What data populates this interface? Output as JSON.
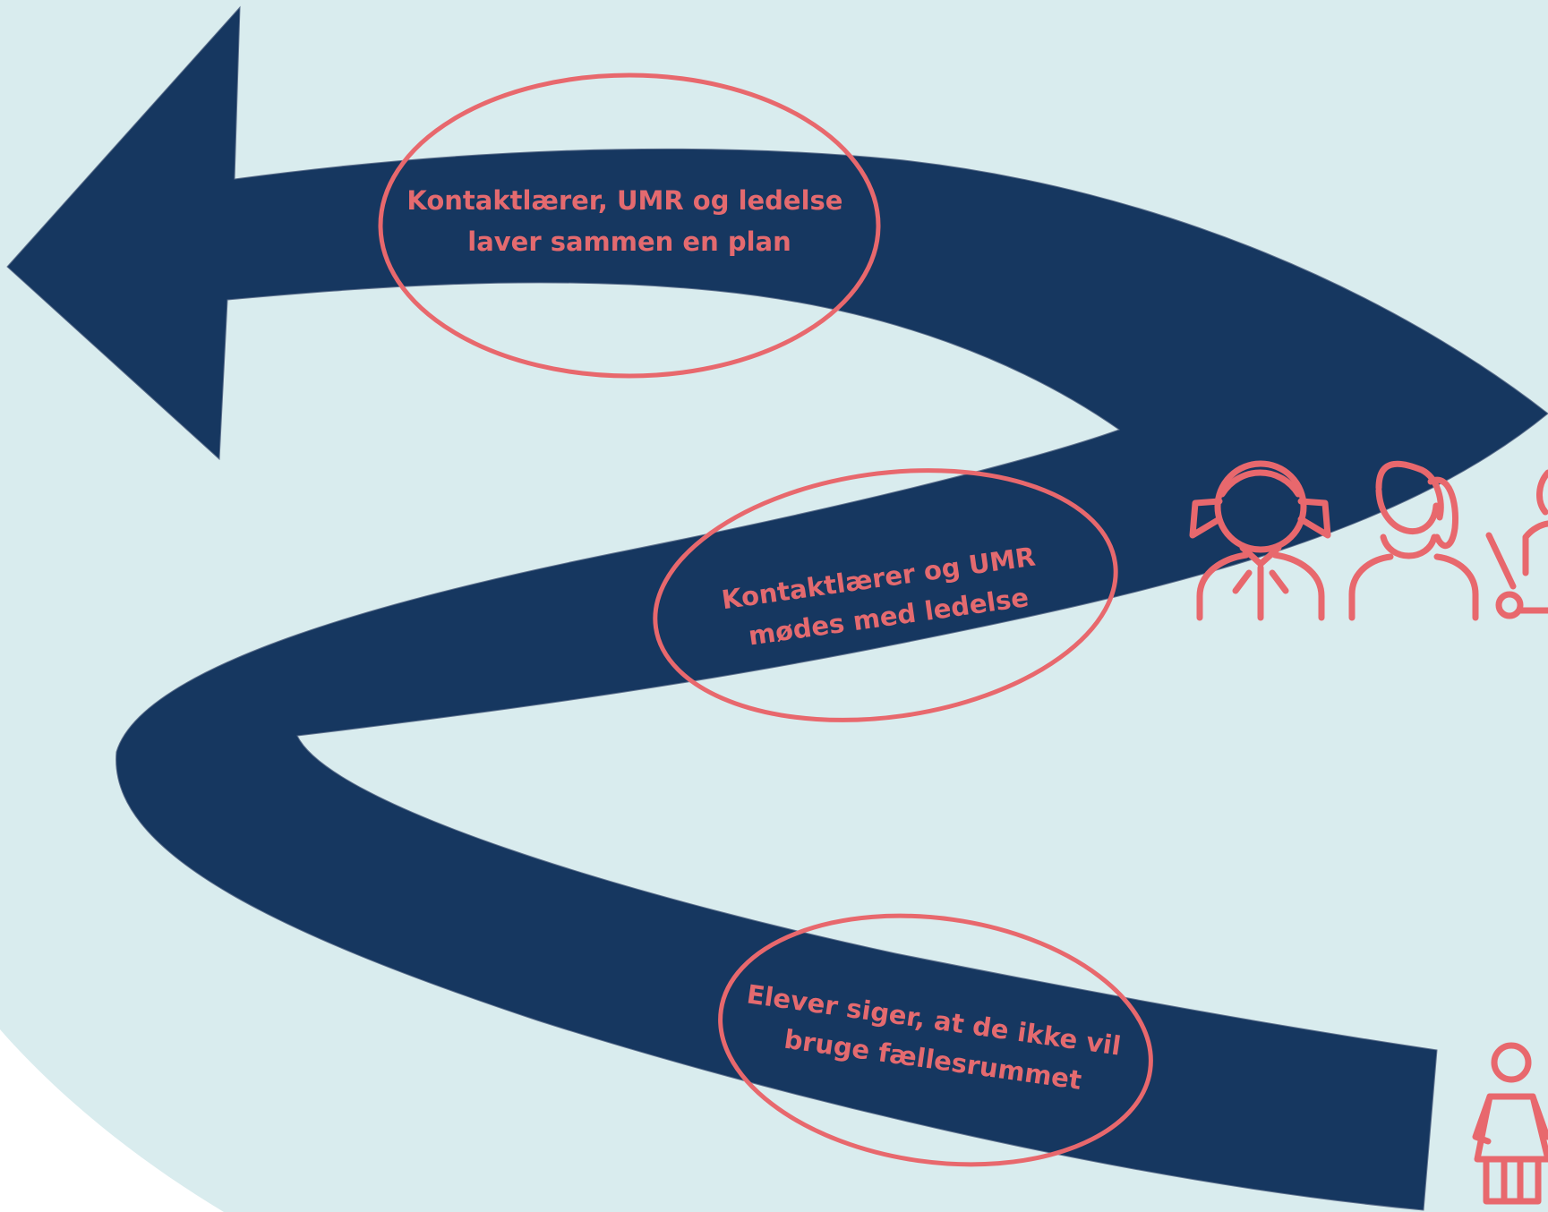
{
  "colors": {
    "background": "#d9ecee",
    "arrow": "#163760",
    "accent": "#e8686d"
  },
  "steps": [
    {
      "order": 1,
      "lines": [
        "Elever siger, at de ikke vil",
        "bruge fællesrummet"
      ]
    },
    {
      "order": 2,
      "lines": [
        "Kontaktlærer og UMR",
        "mødes med ledelse"
      ]
    },
    {
      "order": 3,
      "lines": [
        "Kontaktlærer, UMR og ledelse",
        "laver sammen en plan"
      ]
    }
  ],
  "icons": [
    "girl-pigtails-icon",
    "woman-icon",
    "teacher-pointer-icon",
    "student-girl-icon"
  ]
}
